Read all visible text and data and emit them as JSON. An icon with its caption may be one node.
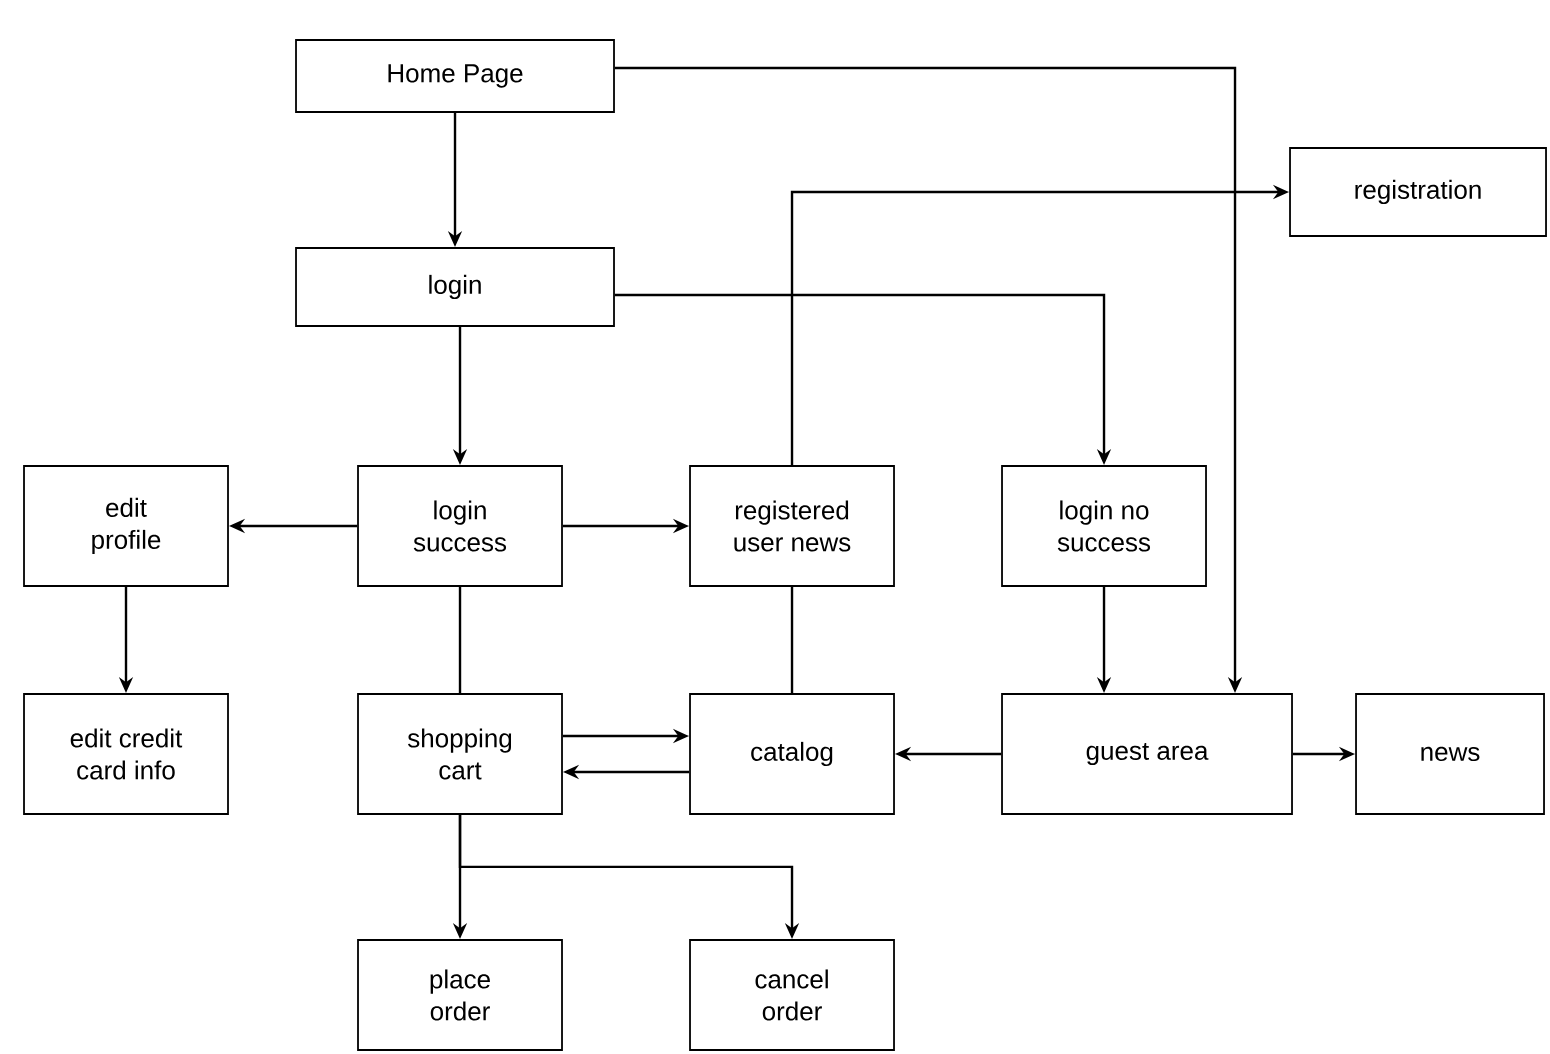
{
  "diagram": {
    "nodes": [
      {
        "text": [
          "Home Page"
        ]
      },
      {
        "text": [
          "registration"
        ]
      },
      {
        "text": [
          "login"
        ]
      },
      {
        "text": [
          "edit profile"
        ]
      },
      {
        "text": [
          "login success"
        ]
      },
      {
        "text": [
          "registered user news"
        ]
      },
      {
        "text": [
          "login no success"
        ]
      },
      {
        "text": [
          "edit credit card info"
        ]
      },
      {
        "text": [
          "shopping cart"
        ]
      },
      {
        "text": [
          "catalog"
        ]
      },
      {
        "text": [
          "guest area"
        ]
      },
      {
        "text": [
          "news"
        ]
      },
      {
        "text": [
          "place order"
        ]
      },
      {
        "text": [
          "cancel order"
        ]
      }
    ],
    "edges": [
      {
        "from": 0,
        "to": 2,
        "arrow": "to"
      },
      {
        "from": 0,
        "to": 10,
        "arrow": "to"
      },
      {
        "from": 5,
        "to": 1,
        "arrow": "to"
      },
      {
        "from": 2,
        "to": 4,
        "arrow": "to"
      },
      {
        "from": 2,
        "to": 6,
        "arrow": "to"
      },
      {
        "from": 4,
        "to": 3,
        "arrow": "to"
      },
      {
        "from": 4,
        "to": 5,
        "arrow": "to"
      },
      {
        "from": 3,
        "to": 7,
        "arrow": "to"
      },
      {
        "from": 4,
        "to": 8,
        "arrow": "none"
      },
      {
        "from": 5,
        "to": 9,
        "arrow": "none"
      },
      {
        "from": 6,
        "to": 10,
        "arrow": "to"
      },
      {
        "from": 8,
        "to": 9,
        "arrow": "to"
      },
      {
        "from": 9,
        "to": 8,
        "arrow": "to"
      },
      {
        "from": 10,
        "to": 9,
        "arrow": "to"
      },
      {
        "from": 10,
        "to": 11,
        "arrow": "to"
      },
      {
        "from": 8,
        "to": 12,
        "arrow": "to"
      },
      {
        "from": 8,
        "to": 13,
        "arrow": "to"
      }
    ]
  }
}
